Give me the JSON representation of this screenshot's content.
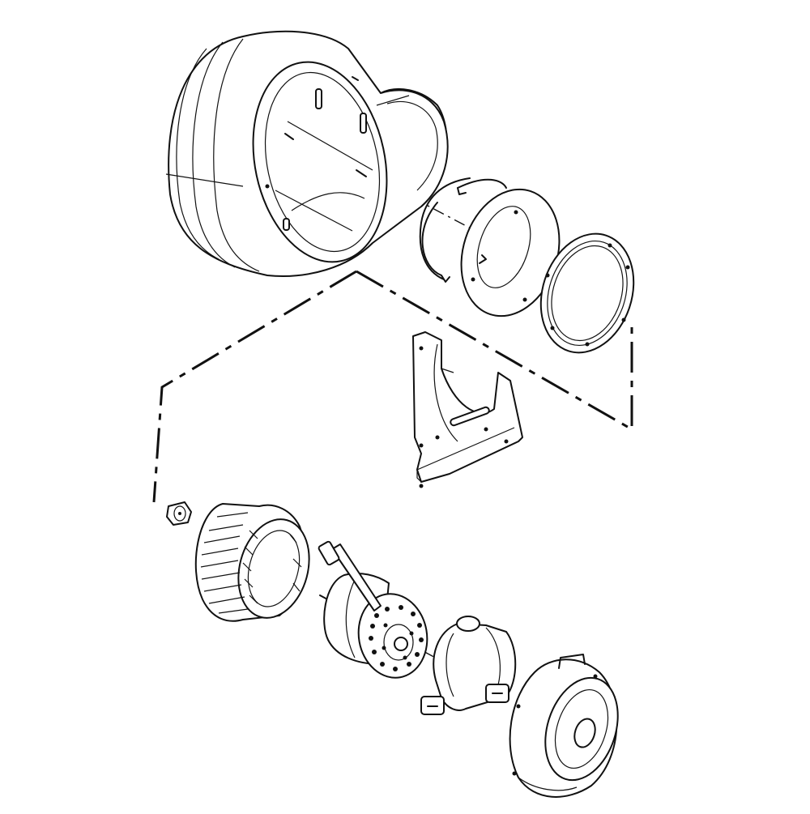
{
  "diagram": {
    "type": "exploded-parts-view",
    "parts": [
      {
        "id": "blower-housing",
        "icon": "blower-housing-icon"
      },
      {
        "id": "split-retaining-ring",
        "icon": "split-ring-icon"
      },
      {
        "id": "inlet-plate",
        "icon": "inlet-plate-icon"
      },
      {
        "id": "inlet-gasket",
        "icon": "gasket-ring-icon"
      },
      {
        "id": "motor-mount-bracket",
        "icon": "bracket-icon"
      },
      {
        "id": "hub-nut",
        "icon": "hub-nut-icon"
      },
      {
        "id": "blower-wheel",
        "icon": "squirrel-cage-wheel-icon"
      },
      {
        "id": "drive-motor",
        "icon": "motor-icon"
      },
      {
        "id": "motor-clamp-bracket",
        "icon": "motor-clamp-icon"
      },
      {
        "id": "motor-end-cover",
        "icon": "end-cover-icon"
      }
    ],
    "colors": {
      "line": "#111111",
      "background": "#ffffff"
    }
  }
}
